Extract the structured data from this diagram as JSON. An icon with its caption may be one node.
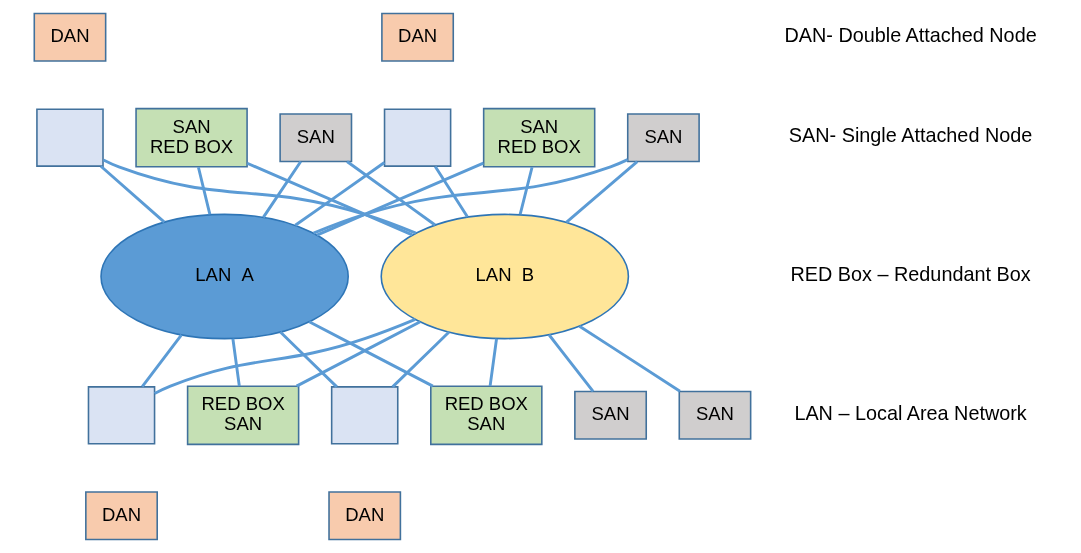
{
  "diagram": {
    "nodes": [
      {
        "text": [
          "DAN"
        ]
      },
      {
        "text": [],
        "shape": "box"
      },
      {
        "text": [
          "SAN",
          "RED BOX"
        ]
      },
      {
        "text": [
          "SAN"
        ]
      },
      {
        "text": [
          "DAN"
        ]
      },
      {
        "text": [],
        "shape": "box"
      },
      {
        "text": [
          "SAN",
          "RED BOX"
        ]
      },
      {
        "text": [
          "SAN"
        ]
      },
      {
        "text": [
          "LAN  A"
        ]
      },
      {
        "text": [
          "LAN  B"
        ]
      },
      {
        "text": [],
        "shape": "box"
      },
      {
        "text": [
          "DAN"
        ]
      },
      {
        "text": [
          "RED BOX",
          "SAN"
        ]
      },
      {
        "text": [
          "SAN"
        ]
      },
      {
        "text": [],
        "shape": "box"
      },
      {
        "text": [
          "DAN"
        ]
      },
      {
        "text": [
          "RED BOX",
          "SAN"
        ]
      },
      {
        "text": [
          "SAN"
        ]
      }
    ],
    "edges": [
      {
        "from": 1,
        "to": 8,
        "arrow": "none"
      },
      {
        "from": 1,
        "to": 9,
        "arrow": "none"
      },
      {
        "from": 2,
        "to": 8,
        "arrow": "none"
      },
      {
        "from": 2,
        "to": 9,
        "arrow": "none"
      },
      {
        "from": 3,
        "to": 8,
        "arrow": "none"
      },
      {
        "from": 3,
        "to": 9,
        "arrow": "none"
      },
      {
        "from": 5,
        "to": 8,
        "arrow": "none"
      },
      {
        "from": 5,
        "to": 9,
        "arrow": "none"
      },
      {
        "from": 6,
        "to": 8,
        "arrow": "none"
      },
      {
        "from": 6,
        "to": 9,
        "arrow": "none"
      },
      {
        "from": 7,
        "to": 8,
        "arrow": "none"
      },
      {
        "from": 7,
        "to": 9,
        "arrow": "none"
      },
      {
        "from": 8,
        "to": 10,
        "arrow": "none"
      },
      {
        "from": 9,
        "to": 10,
        "arrow": "none"
      },
      {
        "from": 8,
        "to": 12,
        "arrow": "none"
      },
      {
        "from": 9,
        "to": 12,
        "arrow": "none"
      },
      {
        "from": 9,
        "to": 13,
        "arrow": "none"
      },
      {
        "from": 8,
        "to": 14,
        "arrow": "none"
      },
      {
        "from": 9,
        "to": 14,
        "arrow": "none"
      },
      {
        "from": 8,
        "to": 16,
        "arrow": "none"
      },
      {
        "from": 9,
        "to": 16,
        "arrow": "none"
      },
      {
        "from": 9,
        "to": 17,
        "arrow": "none"
      }
    ],
    "labels": [
      "DAN- Double Attached Node",
      "SAN- Single Attached Node",
      "RED Box – Redundant Box",
      "LAN – Local Area Network"
    ]
  }
}
